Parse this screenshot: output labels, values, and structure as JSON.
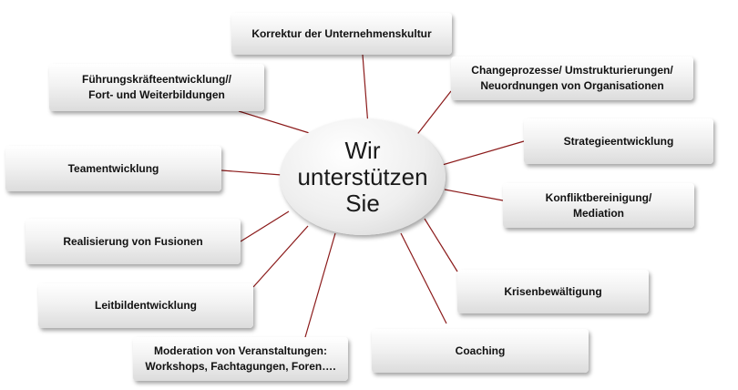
{
  "hub": {
    "lines": [
      "Wir",
      "unterstützen",
      "Sie"
    ]
  },
  "boxes": {
    "unternehmenskultur": [
      "Korrektur der Unternehmenskultur"
    ],
    "changeprozesse": [
      "Changeprozesse/ Umstrukturierungen/",
      "Neuordnungen von Organisationen"
    ],
    "strategie": [
      "Strategieentwicklung"
    ],
    "konflikt": [
      "Konfliktbereinigung/",
      "Mediation"
    ],
    "krisen": [
      "Krisenbewältigung"
    ],
    "coaching": [
      "Coaching"
    ],
    "moderation": [
      "Moderation von Veranstaltungen:",
      "Workshops, Fachtagungen, Foren…."
    ],
    "leitbild": [
      "Leitbildentwicklung"
    ],
    "fusionen": [
      "Realisierung von Fusionen"
    ],
    "team": [
      "Teamentwicklung"
    ],
    "fuehrung": [
      "Führungskräfteentwicklung//",
      "Fort- und Weiterbildungen"
    ]
  },
  "colors": {
    "connector": "#8b1a1a",
    "box_text": "#111111",
    "hub_text": "#1a1a1a"
  }
}
